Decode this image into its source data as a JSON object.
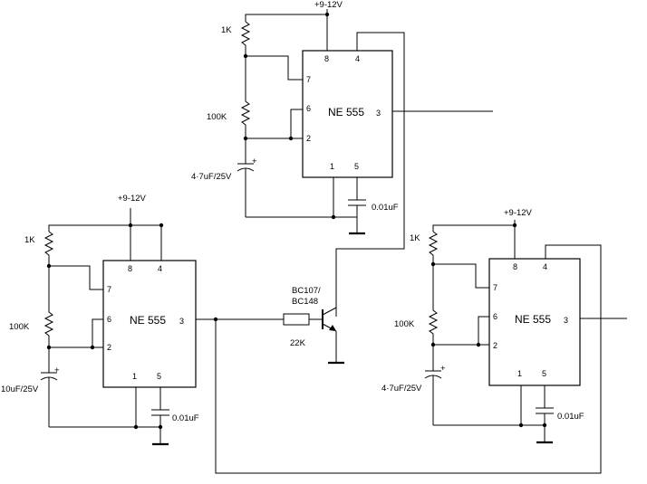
{
  "supply_label": "+9-12V",
  "chip_label": "NE 555",
  "pins": {
    "p8": "8",
    "p4": "4",
    "p7": "7",
    "p6": "6",
    "p2": "2",
    "p3": "3",
    "p1": "1",
    "p5": "5"
  },
  "top_timer": {
    "r1": "1K",
    "r2": "100K",
    "cap": "4·7uF/25V",
    "cap5": "0.01uF"
  },
  "left_timer": {
    "r1": "1K",
    "r2": "100K",
    "cap": "10uF/25V",
    "cap5": "0.01uF"
  },
  "right_timer": {
    "r1": "1K",
    "r2": "100K",
    "cap": "4·7uF/25V",
    "cap5": "0.01uF"
  },
  "transistor": {
    "line1": "BC107/",
    "line2": "BC148"
  },
  "base_resistor": "22K",
  "plus_sign": "+"
}
